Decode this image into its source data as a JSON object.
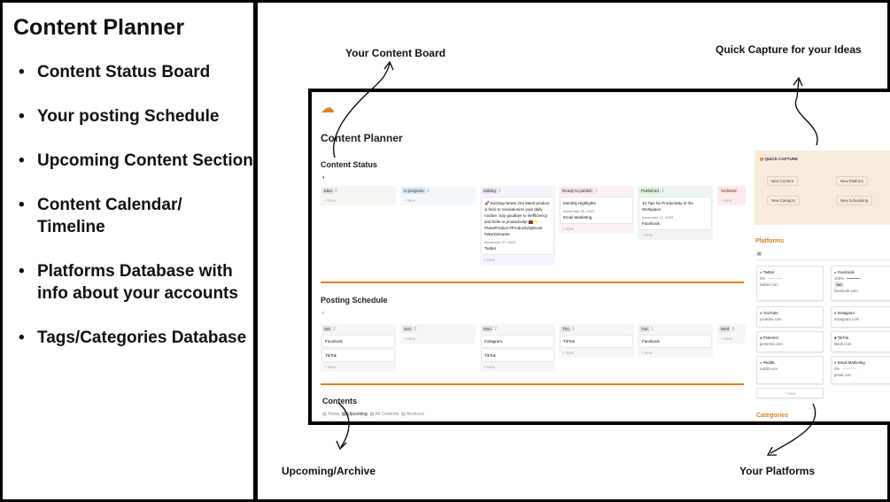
{
  "left": {
    "title": "Content Planner",
    "items": [
      "Content Status Board",
      "Your posting Schedule",
      "Upcoming Content Section",
      "Content Calendar/ Timeline",
      "Platforms Database with info about your accounts",
      "Tags/Categories Database"
    ]
  },
  "annotations": {
    "board": "Your Content Board",
    "capture": "Quick Capture for your Ideas",
    "upcoming": "Upcoming/Archive",
    "platforms": "Your Platforms"
  },
  "page": {
    "title": "Content Planner",
    "accent": "#d9822b",
    "status": {
      "title": "Content Status",
      "new": "+ New",
      "columns": [
        {
          "name": "Idea",
          "count": "0",
          "bg": "#f7f6f3",
          "tag": "#e3e2e0"
        },
        {
          "name": "In progress",
          "count": "0",
          "bg": "#f3f8fc",
          "tag": "#d3e5ef"
        },
        {
          "name": "Editing",
          "count": "1",
          "bg": "#f8f3fc",
          "tag": "#e8deee"
        },
        {
          "name": "Ready to publish",
          "count": "1",
          "bg": "#fcf1f6",
          "tag": "#f5e0e9"
        },
        {
          "name": "Published",
          "count": "1",
          "bg": "#eef5f1",
          "tag": "#dbeddb"
        },
        {
          "name": "Archived",
          "count": "",
          "bg": "#fdebec",
          "tag": "#ffe2dd"
        }
      ],
      "cards": [
        {
          "title": "🚀 Exciting News! Our latest product is here to revolutionize your daily routine. Say goodbye to inefficiency and hello to productivity! 💼✨ #NewProduct #ProductivityBoost #WorkSmarter",
          "date": "November 27, 2023",
          "platform": "Twitter"
        },
        {
          "title": "Monthly Highlights",
          "date": "November 29, 2023",
          "platform": "Email Marketing"
        },
        {
          "title": "10 Tips for Productivity in the Workplace",
          "date": "November 17, 2023",
          "platform": "Facebook"
        }
      ]
    },
    "schedule": {
      "title": "Posting Schedule",
      "columns": [
        {
          "name": "Sat",
          "count": "2",
          "items": [
            "Facebook",
            "TikTok"
          ]
        },
        {
          "name": "Sun",
          "count": "0",
          "items": []
        },
        {
          "name": "Mon",
          "count": "2",
          "items": [
            "Instagram",
            "TikTok"
          ]
        },
        {
          "name": "Thu",
          "count": "1",
          "items": [
            "TikTok"
          ]
        },
        {
          "name": "Tue",
          "count": "1",
          "items": [
            "Facebook"
          ]
        },
        {
          "name": "Wed",
          "count": "0",
          "items": []
        }
      ]
    },
    "contents": {
      "title": "Contents",
      "tabs": [
        "Today",
        "Upcoming",
        "All Contents",
        "Archived"
      ]
    },
    "quick": {
      "title": "QUICK CAPTURE",
      "buttons": [
        "New Content",
        "New Platform",
        "New Category",
        "New Scheduling"
      ]
    },
    "platforms": {
      "title": "Platforms",
      "new": "+ New",
      "items": [
        {
          "name": "Twitter",
          "progress": "0%",
          "url": "twitter.com",
          "color": "#1d9bf0"
        },
        {
          "name": "Facebook",
          "progress": "100%",
          "day": "Sat",
          "url": "facebook.com",
          "color": "#1877f2"
        },
        {
          "name": "YouTube",
          "url": "youtube.com",
          "color": "#e62117"
        },
        {
          "name": "Instagram",
          "url": "instagram.com",
          "color": "#c13584"
        },
        {
          "name": "Pinterest",
          "url": "pinterest.com",
          "color": "#e60023"
        },
        {
          "name": "TikTok",
          "url": "tiktok.com",
          "color": "#000"
        },
        {
          "name": "Reddit",
          "url": "reddit.com",
          "color": "#888"
        },
        {
          "name": "Email Marketing",
          "progress": "0%",
          "url": "gmail.com",
          "color": "#888"
        }
      ]
    },
    "categories": {
      "title": "Categories"
    }
  }
}
